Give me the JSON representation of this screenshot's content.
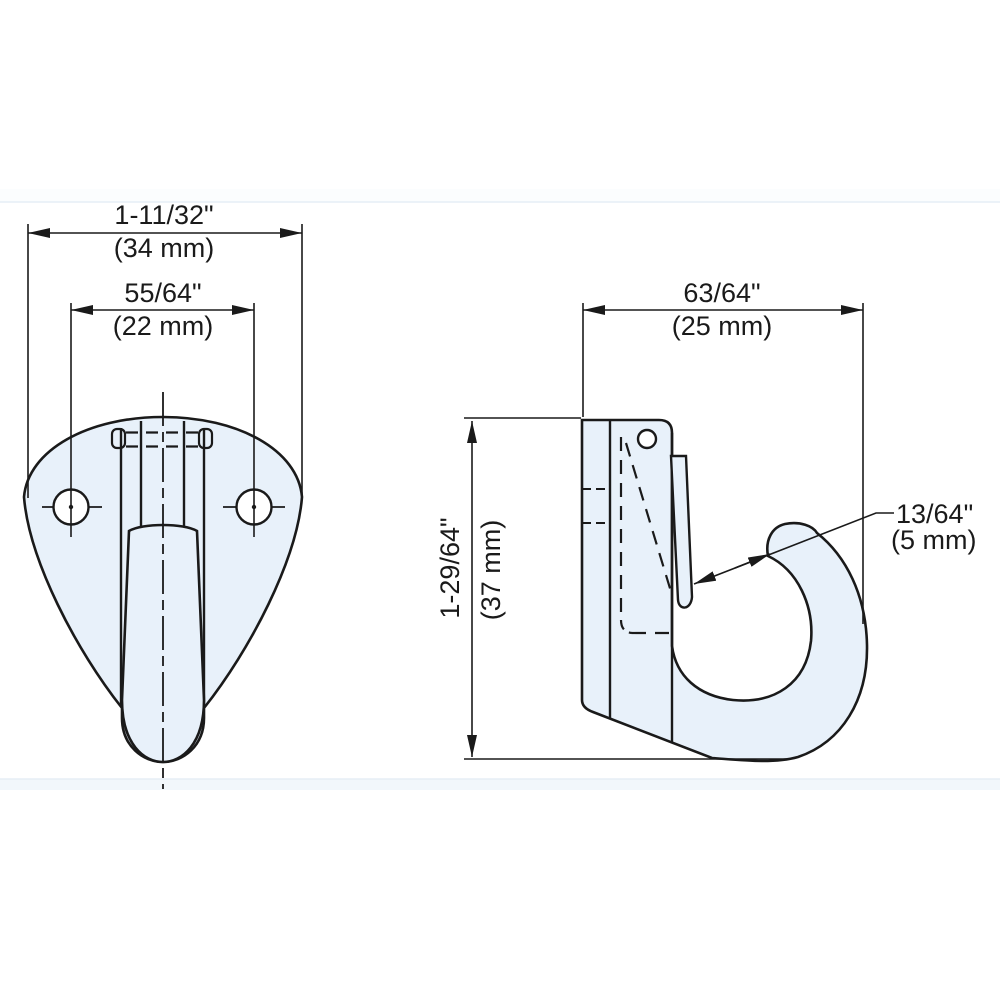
{
  "drawing": {
    "type": "technical-drawing",
    "subject": "spring-latch hook, front and side orthographic views"
  },
  "colors": {
    "part_fill": "#e8f1fa",
    "line": "#1a1a1a",
    "faint_band": "#eef4f9"
  },
  "views": {
    "front": {
      "name": "front-view",
      "dims": {
        "overall_width": {
          "inches": "1-11/32\"",
          "metric": "(34 mm)"
        },
        "hole_spacing": {
          "inches": "55/64\"",
          "metric": "(22 mm)"
        }
      }
    },
    "side": {
      "name": "side-view",
      "dims": {
        "depth": {
          "inches": "63/64\"",
          "metric": "(25 mm)"
        },
        "height": {
          "inches": "1-29/64\"",
          "metric": "(37 mm)"
        },
        "gap": {
          "inches": "13/64\"",
          "metric": "(5 mm)"
        }
      }
    }
  }
}
